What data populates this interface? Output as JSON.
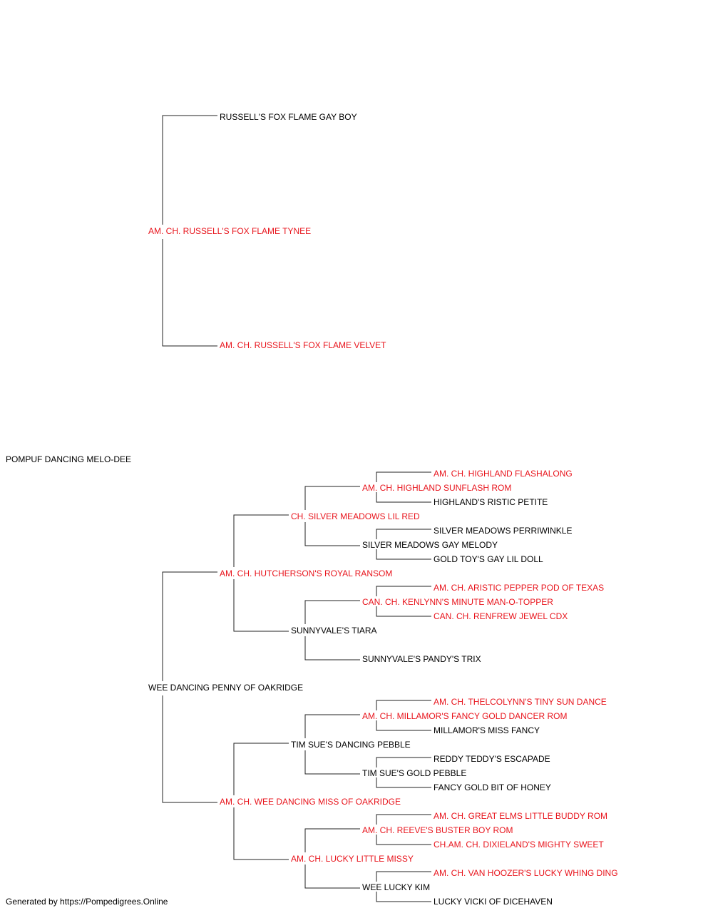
{
  "colors": {
    "champion": "#e8141c",
    "regular": "#000000",
    "lines": "#222222"
  },
  "pedigree": {
    "subject": {
      "name": "POMPUF DANCING MELO-DEE",
      "champion": false
    },
    "sire": {
      "name": "AM. CH. RUSSELL'S FOX FLAME TYNEE",
      "champion": true
    },
    "sire_sire": {
      "name": "RUSSELL'S FOX FLAME GAY BOY",
      "champion": false
    },
    "sire_dam": {
      "name": "AM. CH. RUSSELL'S FOX FLAME VELVET",
      "champion": true
    },
    "dam": {
      "name": "WEE DANCING PENNY OF OAKRIDGE",
      "champion": false
    },
    "dam_sire": {
      "name": "AM. CH. HUTCHERSON'S ROYAL RANSOM",
      "champion": true
    },
    "dam_sire_sire": {
      "name": "CH. SILVER MEADOWS LIL RED",
      "champion": true
    },
    "dam_sire_sire_sire": {
      "name": "AM. CH. HIGHLAND SUNFLASH ROM",
      "champion": true
    },
    "dam_sire_sire_sire_sire": {
      "name": "AM. CH. HIGHLAND FLASHALONG",
      "champion": true
    },
    "dam_sire_sire_sire_dam": {
      "name": "HIGHLAND'S RISTIC PETITE",
      "champion": false
    },
    "dam_sire_sire_dam": {
      "name": "SILVER MEADOWS GAY MELODY",
      "champion": false
    },
    "dam_sire_sire_dam_sire": {
      "name": "SILVER MEADOWS PERRIWINKLE",
      "champion": false
    },
    "dam_sire_sire_dam_dam": {
      "name": "GOLD TOY'S GAY LIL DOLL",
      "champion": false
    },
    "dam_sire_dam": {
      "name": "SUNNYVALE'S TIARA",
      "champion": false
    },
    "dam_sire_dam_sire": {
      "name": "CAN. CH. KENLYNN'S MINUTE MAN-O-TOPPER",
      "champion": true
    },
    "dam_sire_dam_sire_sire": {
      "name": "AM. CH. ARISTIC PEPPER POD OF TEXAS",
      "champion": true
    },
    "dam_sire_dam_sire_dam": {
      "name": "CAN. CH. RENFREW JEWEL CDX",
      "champion": true
    },
    "dam_sire_dam_dam": {
      "name": "SUNNYVALE'S PANDY'S TRIX",
      "champion": false
    },
    "dam_dam": {
      "name": "AM. CH. WEE DANCING MISS OF OAKRIDGE",
      "champion": true
    },
    "dam_dam_sire": {
      "name": "TIM SUE'S DANCING PEBBLE",
      "champion": false
    },
    "dam_dam_sire_sire": {
      "name": "AM. CH. MILLAMOR'S FANCY GOLD DANCER ROM",
      "champion": true
    },
    "dam_dam_sire_sire_sire": {
      "name": "AM. CH. THELCOLYNN'S TINY SUN DANCE",
      "champion": true
    },
    "dam_dam_sire_sire_dam": {
      "name": "MILLAMOR'S MISS FANCY",
      "champion": false
    },
    "dam_dam_sire_dam": {
      "name": "TIM SUE'S GOLD PEBBLE",
      "champion": false
    },
    "dam_dam_sire_dam_sire": {
      "name": "REDDY TEDDY'S ESCAPADE",
      "champion": false
    },
    "dam_dam_sire_dam_dam": {
      "name": "FANCY GOLD BIT OF HONEY",
      "champion": false
    },
    "dam_dam_dam": {
      "name": "AM. CH. LUCKY LITTLE MISSY",
      "champion": true
    },
    "dam_dam_dam_sire": {
      "name": "AM. CH. REEVE'S BUSTER BOY ROM",
      "champion": true
    },
    "dam_dam_dam_sire_sire": {
      "name": "AM. CH. GREAT ELMS LITTLE BUDDY ROM",
      "champion": true
    },
    "dam_dam_dam_sire_dam": {
      "name": "CH.AM. CH. DIXIELAND'S MIGHTY SWEET",
      "champion": true
    },
    "dam_dam_dam_dam": {
      "name": "WEE LUCKY KIM",
      "champion": false
    },
    "dam_dam_dam_dam_sire": {
      "name": "AM. CH. VAN HOOZER'S LUCKY WHING DING",
      "champion": true
    },
    "dam_dam_dam_dam_dam": {
      "name": "LUCKY VICKI OF DICEHAVEN",
      "champion": false
    }
  },
  "footer": {
    "text": "Generated by https://Pompedigrees.Online"
  }
}
